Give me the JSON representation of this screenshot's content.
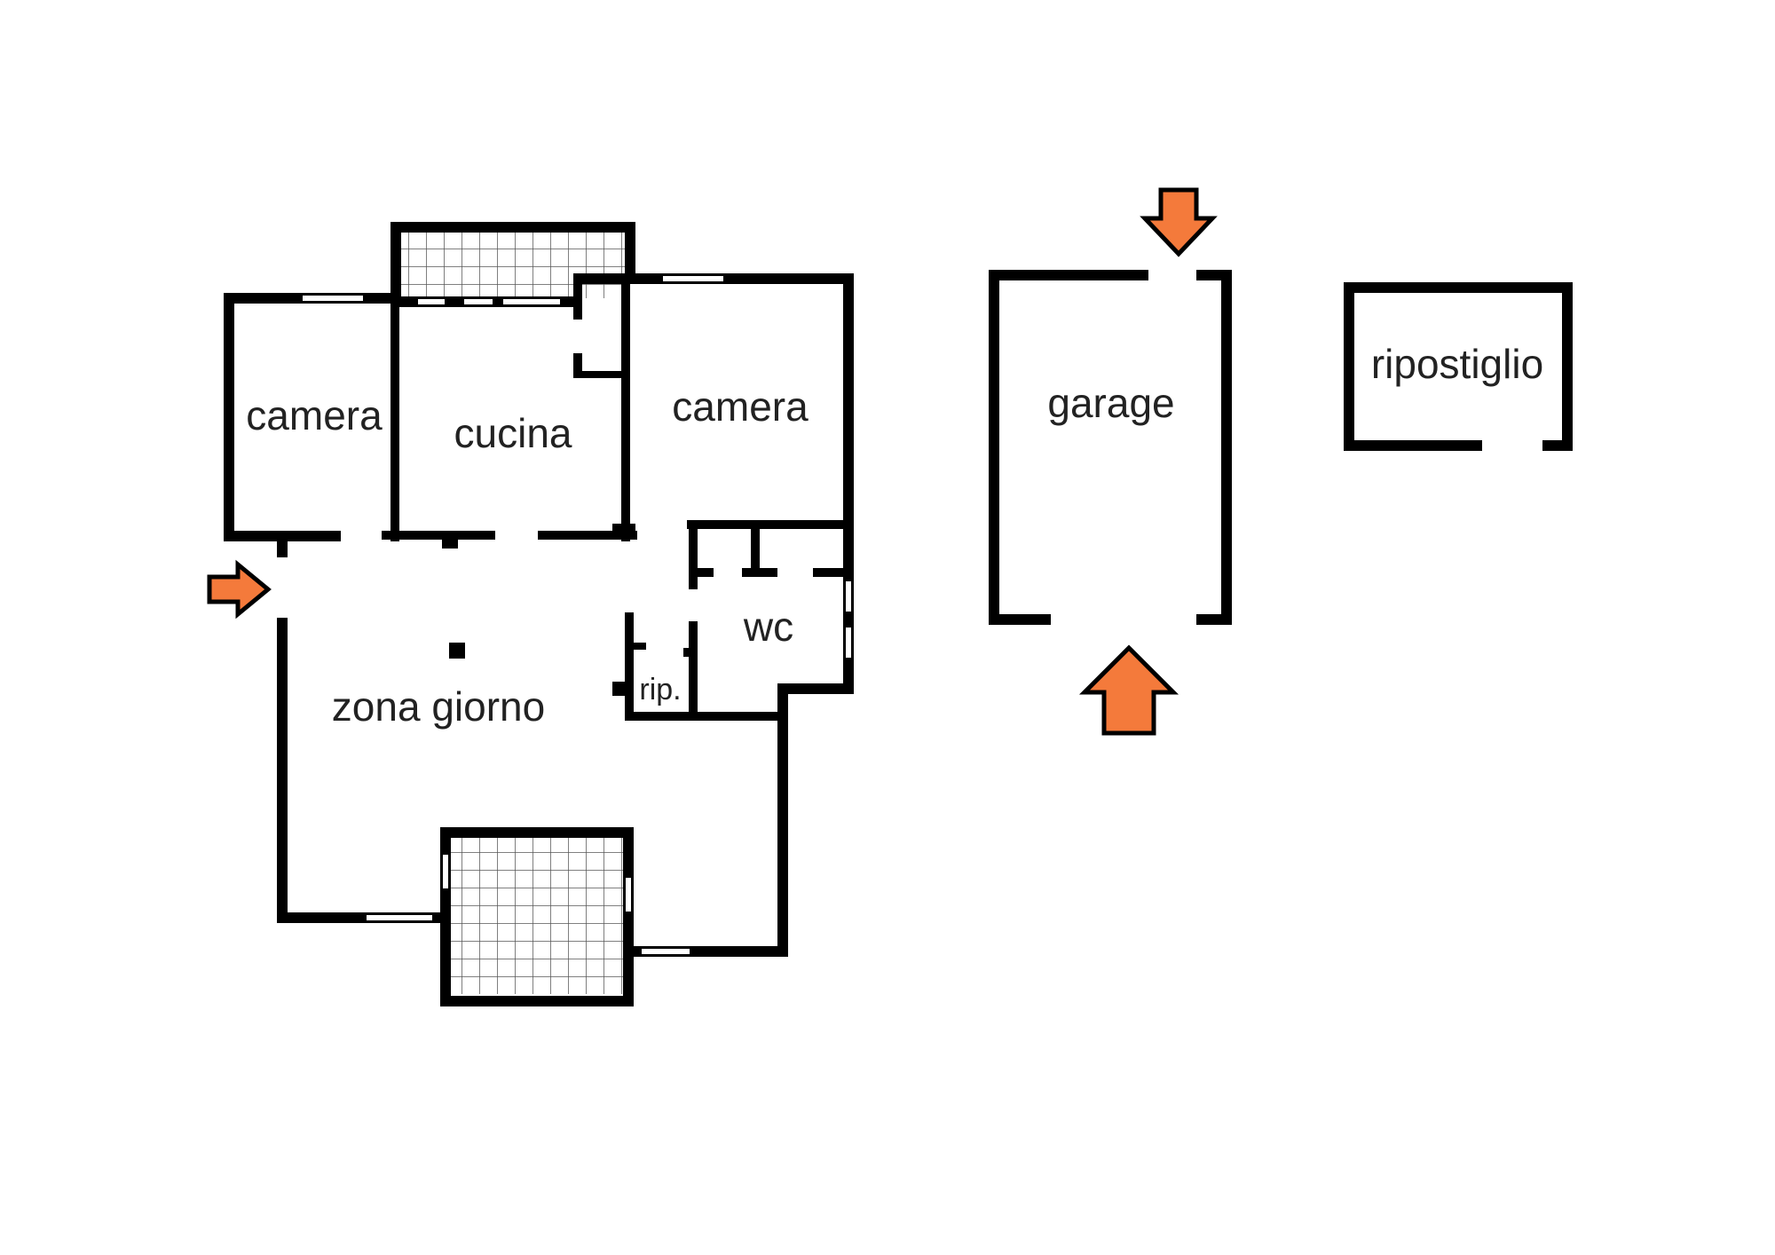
{
  "rooms": {
    "camera_left": "camera",
    "cucina": "cucina",
    "camera_right": "camera",
    "wc": "wc",
    "rip": "rip.",
    "zona_giorno": "zona giorno",
    "garage": "garage",
    "ripostiglio": "ripostiglio"
  },
  "colors": {
    "wall": "#000000",
    "arrow": "#f47a3b",
    "tile_grid": "#555555",
    "background": "#ffffff"
  },
  "icons": {
    "entrance_arrow": "arrow-icon"
  }
}
